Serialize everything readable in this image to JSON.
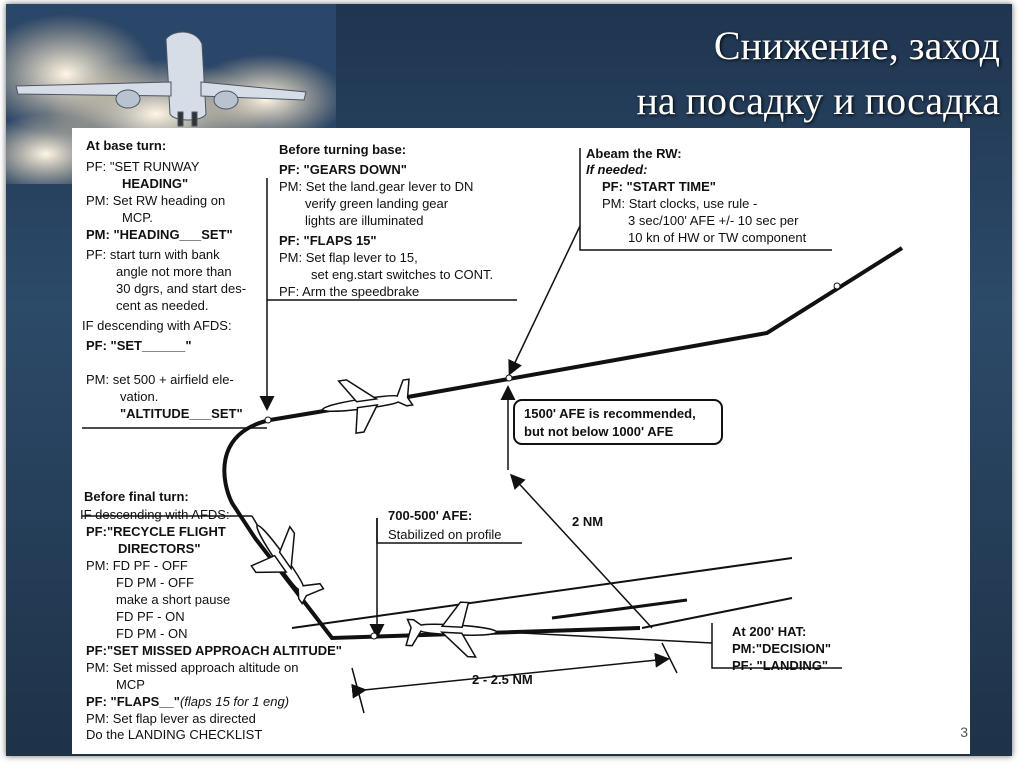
{
  "title": {
    "line1": "Снижение, заход",
    "line2": "на посадку и посадка"
  },
  "slide_number": "3",
  "base_turn": {
    "heading": "At base turn:",
    "l1": "PF: \"SET RUNWAY",
    "l2": "HEADING\"",
    "l3": "PM: Set RW heading on",
    "l4": "MCP.",
    "l5": "PM: \"HEADING___SET\"",
    "l6": "PF: start turn with bank",
    "l7": "angle not more than",
    "l8": "30 dgrs, and start des-",
    "l9": "cent as needed.",
    "l10": "IF descending with AFDS:",
    "l11": "PF: \"SET______\"",
    "l12": "PM: set 500 + airfield ele-",
    "l13": "vation.",
    "l14": "\"ALTITUDE___SET\""
  },
  "before_base": {
    "heading": "Before turning base:",
    "l1": "PF: \"GEARS DOWN\"",
    "l2": "PM: Set the land.gear lever to DN",
    "l3": "verify green landing gear",
    "l4": "lights are illuminated",
    "l5": "PF: \"FLAPS 15\"",
    "l6": "PM: Set flap lever to 15,",
    "l7": "set eng.start switches to CONT.",
    "l8": "PF: Arm the speedbrake"
  },
  "abeam": {
    "heading": "Abeam the RW:",
    "l1": "If needed:",
    "l2": "PF: \"START TIME\"",
    "l3": "PM: Start clocks, use rule -",
    "l4": "3 sec/100' AFE +/- 10 sec per",
    "l5": "10 kn of HW or TW component"
  },
  "afe_box": {
    "l1": "1500' AFE is recommended,",
    "l2": "but not below 1000' AFE"
  },
  "final_turn": {
    "heading": "Before final turn:",
    "l1": "IF descending with AFDS:",
    "l2": "PF:\"RECYCLE FLIGHT",
    "l3": "DIRECTORS\"",
    "l4": "PM: FD PF - OFF",
    "l5": "FD PM - OFF",
    "l6": "make a short pause",
    "l7": "FD PF  - ON",
    "l8": "FD PM - ON",
    "l9": "PF:\"SET MISSED APPROACH ALTITUDE\"",
    "l10": "PM: Set missed approach altitude on",
    "l11": "MCP",
    "l12": "PF: \"FLAPS__\"",
    "l12b": "(flaps 15 for 1 eng)",
    "l13": "PM: Set flap lever as directed",
    "l14": "Do the LANDING CHECKLIST"
  },
  "stabilized": {
    "l1": "700-500' AFE:",
    "l2": "Stabilized on profile"
  },
  "hat": {
    "l1": "At 200' HAT:",
    "l2": "PM:\"DECISION\"",
    "l3": "PF: \"LANDING\""
  },
  "dist_2nm": "2 NM",
  "dist_final": "2 - 2.5 NM"
}
